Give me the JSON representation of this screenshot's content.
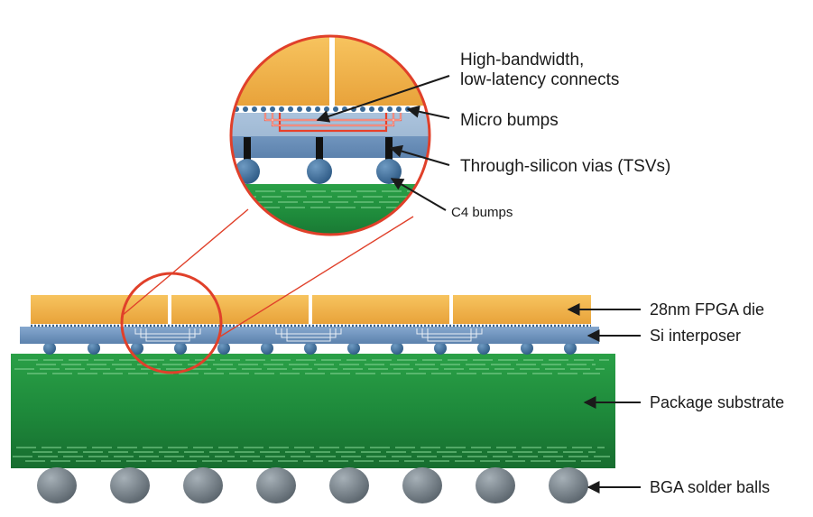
{
  "labels": {
    "connects_line1": "High-bandwidth,",
    "connects_line2": "low-latency connects",
    "micro_bumps": "Micro bumps",
    "tsvs": "Through-silicon vias (TSVs)",
    "c4_bumps": "C4 bumps",
    "fpga_die": "28nm FPGA die",
    "interposer": "Si interposer",
    "package_substrate": "Package substrate",
    "bga_balls": "BGA solder balls"
  },
  "colors": {
    "die_gold": "#f2b24a",
    "interposer_blue": "#6e93bd",
    "substrate_green": "#1f8a3c",
    "bga_gray": "#6f7a82",
    "connect_red": "#e8402a",
    "magnifier_ring": "#e0402a",
    "arrow": "#1a1a1a"
  }
}
